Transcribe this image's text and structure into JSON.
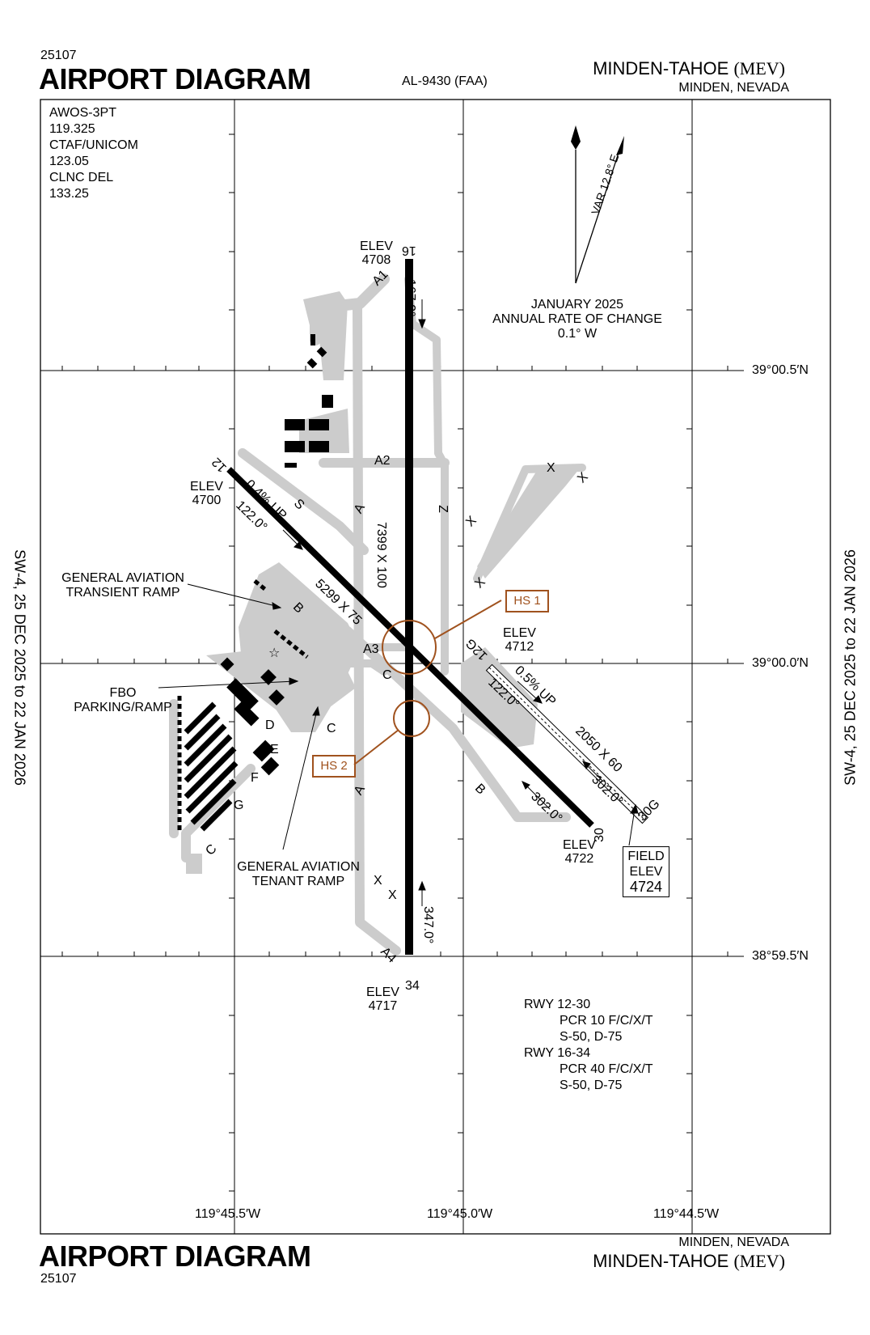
{
  "header": {
    "procedure_number": "25107",
    "title": "AIRPORT DIAGRAM",
    "chart_id": "AL-9430 (FAA)",
    "airport_name": "MINDEN-TAHOE",
    "airport_id": "(MEV)",
    "location": "MINDEN, NEVADA"
  },
  "footer": {
    "title": "AIRPORT DIAGRAM",
    "procedure_number": "25107",
    "location": "MINDEN, NEVADA",
    "airport_name": "MINDEN-TAHOE",
    "airport_id": "(MEV)"
  },
  "side_notes": {
    "left": "SW-4,  25 DEC 2025  to  22 JAN 2026",
    "right": "SW-4,  25 DEC 2025  to  22 JAN 2026"
  },
  "comms": [
    "AWOS-3PT",
    "119.325",
    "CTAF/UNICOM",
    "123.05",
    "CLNC DEL",
    "133.25"
  ],
  "magnetic": {
    "variation": "VAR 12.8° E",
    "epoch": "JANUARY 2025",
    "rate_label": "ANNUAL RATE OF CHANGE",
    "rate": "0.1° W"
  },
  "grid": {
    "latitudes": [
      "39°00.5′N",
      "39°00.0′N",
      "38°59.5′N"
    ],
    "longitudes": [
      "119°45.5′W",
      "119°45.0′W",
      "119°44.5′W"
    ]
  },
  "runways": {
    "r16_34": {
      "end16": "16",
      "end34": "34",
      "heading_north": "167.0°",
      "heading_south": "347.0°",
      "dimensions": "7399 X 100",
      "elev_north_label": "ELEV",
      "elev_north": "4708",
      "elev_south_label": "ELEV",
      "elev_south": "4717"
    },
    "r12_30": {
      "end12": "12",
      "end30": "30",
      "heading_12": "122.0°",
      "heading_30": "302.0°",
      "slope": "0.4% UP",
      "dimensions": "5299 X 75",
      "elev_12_label": "ELEV",
      "elev_12": "4700",
      "elev_30_label": "ELEV",
      "elev_30": "4722"
    },
    "r12g_30g": {
      "end12": "12G",
      "end30": "30G",
      "heading_12": "122.0°",
      "heading_30": "302.0°",
      "slope": "0.5% UP",
      "dimensions": "2050 X 60",
      "elev_label": "ELEV",
      "elev": "4712"
    }
  },
  "field_elev": {
    "label_1": "FIELD",
    "label_2": "ELEV",
    "value": "4724"
  },
  "hot_spots": [
    "HS 1",
    "HS 2"
  ],
  "taxiways": {
    "A1": "A1",
    "A2": "A2",
    "A3": "A3",
    "A4": "A4",
    "A": "A",
    "B": "B",
    "C": "C",
    "D": "D",
    "E": "E",
    "F": "F",
    "G": "G",
    "S": "S",
    "Z": "Z",
    "X": "X"
  },
  "ramps": {
    "ga_transient": [
      "GENERAL AVIATION",
      "TRANSIENT RAMP"
    ],
    "fbo": [
      "FBO",
      "PARKING/RAMP"
    ],
    "ga_tenant": [
      "GENERAL AVIATION",
      "TENANT RAMP"
    ]
  },
  "pcr": [
    {
      "rwy": "RWY 12-30",
      "pcr": "PCR 10 F/C/X/T",
      "sd": "S-50, D-75"
    },
    {
      "rwy": "RWY 16-34",
      "pcr": "PCR 40 F/C/X/T",
      "sd": "S-50, D-75"
    }
  ],
  "colors": {
    "hot_spot": "#a0521e",
    "taxiway": "#cccccc",
    "runway": "#000000"
  }
}
